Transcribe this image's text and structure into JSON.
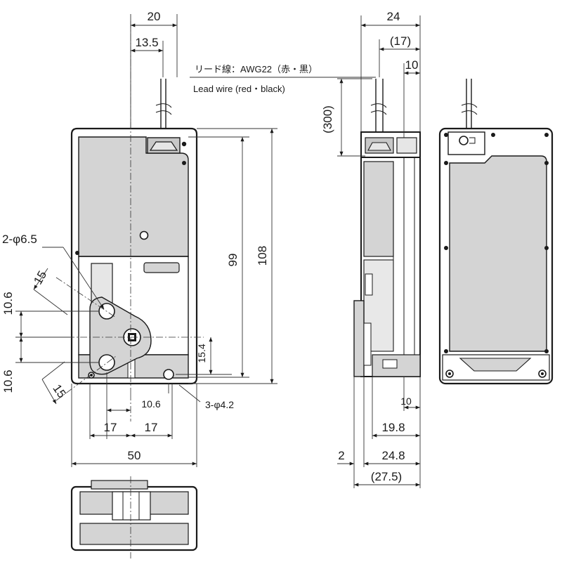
{
  "lead_wire": {
    "jp": "リード線：AWG22（赤・黒）",
    "en": "Lead wire (red・black)"
  },
  "front_view": {
    "width_20": "20",
    "width_13_5": "13.5",
    "height_99": "99",
    "height_108": "108",
    "hole_2phi": "2-φ6.5",
    "dim_15_top": "15",
    "dim_10_6_left_top": "10.6",
    "dim_10_6_left_bottom": "10.6",
    "dim_15_bottom": "15",
    "dim_15_4": "15.4",
    "dim_3phi": "3-φ4.2",
    "dim_10_6_bottom": "10.6",
    "dim_17_left": "17",
    "dim_17_right": "17",
    "dim_50": "50"
  },
  "side_view": {
    "width_24": "24",
    "width_17": "(17)",
    "width_10_top": "10",
    "height_300": "(300)",
    "width_10_bottom": "10",
    "width_19_8": "19.8",
    "width_2": "2",
    "width_24_8": "24.8",
    "width_27_5": "(27.5)"
  }
}
